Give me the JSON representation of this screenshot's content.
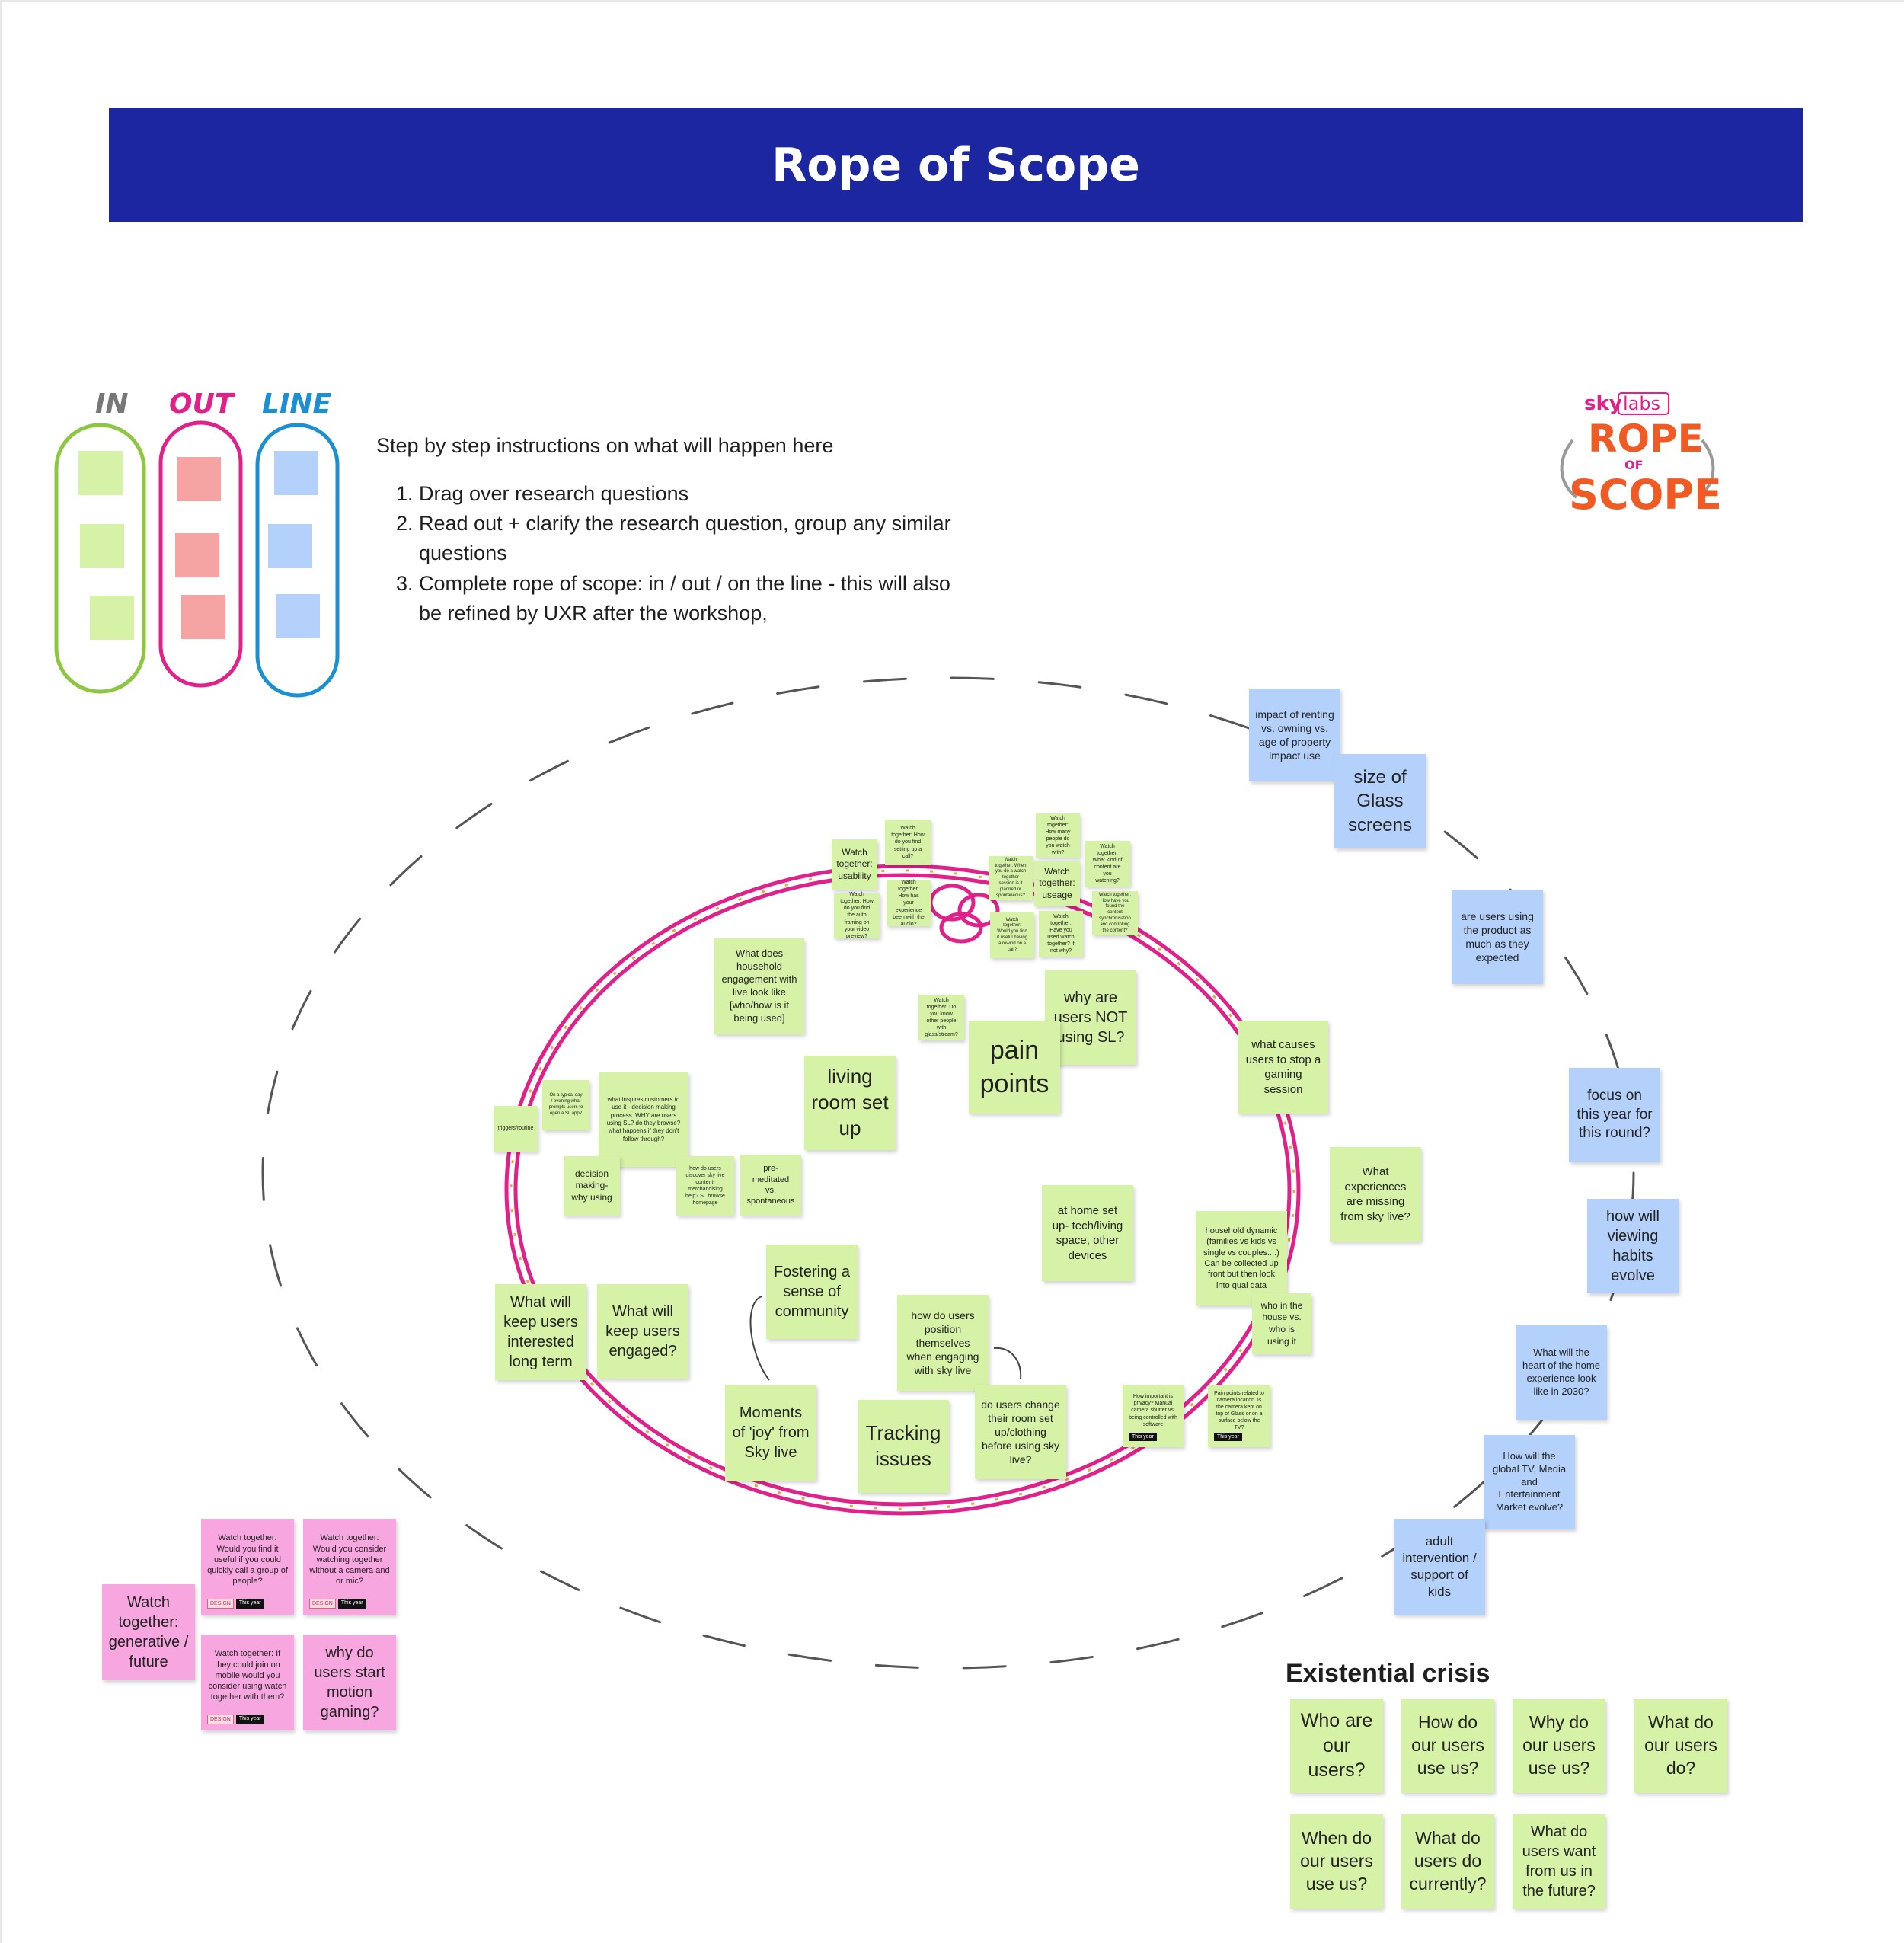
{
  "board": {
    "title": "Rope of Scope",
    "legend": {
      "in": "IN",
      "out": "OUT",
      "line": "LINE"
    },
    "instructions": {
      "heading": "Step by step instructions on what will happen here",
      "steps": [
        "Drag over research questions",
        "Read out + clarify the research question, group any similar questions",
        "Complete rope of scope: in / out / on the line - this will also be refined by UXR after the workshop,"
      ]
    },
    "logo": {
      "brand": "sky",
      "sub": "labs",
      "line1": "ROPE",
      "line2": "OF",
      "line3": "SCOPE"
    },
    "colors": {
      "title_bar": "#1b26a0",
      "in": "#8dc63f",
      "out": "#e0218a",
      "line": "#1a8fd1",
      "green_note": "#d5f2a6",
      "blue_note": "#b3d1fb",
      "pink_note": "#f7a6e0",
      "logo": "#f15a22"
    },
    "tag_design": "DESIGN",
    "tag_year": "This year"
  },
  "notes_in": [
    "Watch together: usability",
    "Watch together: How do you find setting up a call?",
    "Watch together: How do you find the auto framing on your video preview?",
    "Watch together: How has your experience been with the audio?",
    "Watch together: How many people do you watch with?",
    "Watch together: When you do a watch together session is it planned or spontaneous?",
    "Watch together: useage",
    "Watch together: What kind of content are you watching?",
    "Watch together: Would you find it useful having a rewind on a call?",
    "Watch together: Have you used watch together? If not why?",
    "Watch together: How have you found the content synchronisation and controlling the content?",
    "What does household engagement with live look like [who/how is it being used]",
    "Watch together: Do you know other people with glass/stream?",
    "why are users NOT using SL?",
    "pain points",
    "living room set up",
    "what causes users to stop a gaming session",
    "On a typical day / evening what prompts users to open a SL app?",
    "what inspires customers to use it - decision making process. WHY are users using SL? do they browse? what happens if they don't follow through?",
    "triggers/routine",
    "decision making- why using",
    "how do users discover sky live content- merchandising help? SL browse homepage",
    "pre-meditated vs. spontaneous",
    "What experiences are missing from sky live?",
    "at home set up- tech/living space, other devices",
    "household dynamic (families vs kids vs single vs couples....) Can be collected up front but then look into qual data",
    "who in the house vs. who is using it",
    "Fostering a sense of community",
    "What will keep users interested long term",
    "What will keep users engaged?",
    "how do users position themselves when engaging with sky live",
    "Moments of 'joy' from Sky live",
    "Tracking issues",
    "do users change their room set up/clothing before using sky live?",
    "How important is privacy? Manual camera shutter vs. being controlled with software",
    "Pain points related to camera location. Is the camera kept on top of Glass or on a surface below the TV?"
  ],
  "notes_line": [
    "impact of renting vs. owning vs. age of property impact use",
    "size of Glass screens",
    "are users using the product as much as they expected",
    "focus on this year for this round?",
    "how will viewing habits evolve",
    "What will the heart of the home experience look like in 2030?",
    "How will the global TV, Media and Entertainment Market evolve?",
    "adult intervention / support of kids"
  ],
  "notes_out": [
    "Watch together: generative / future",
    "Watch together: Would you find it useful if you could quickly call a group of people?",
    "Watch together: Would you consider watching together without a camera and or mic?",
    "Watch together: If they could join on mobile would you consider using watch together with them?",
    "why do users start motion gaming?"
  ],
  "existential": {
    "title": "Existential crisis",
    "notes": [
      "Who are our users?",
      "How do our users use us?",
      "Why do our users use us?",
      "What do our users do?",
      "When do our users use us?",
      "What do users do currently?",
      "What do users want from us in the future?"
    ]
  }
}
